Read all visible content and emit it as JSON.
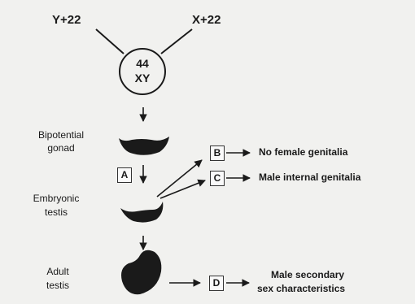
{
  "parents": {
    "left": "Y+22",
    "right": "X+22"
  },
  "zygote": {
    "line1": "44",
    "line2": "XY"
  },
  "stages": {
    "bipotential": [
      "Bipotential",
      "gonad"
    ],
    "embryonic": [
      "Embryonic",
      "testis"
    ],
    "adult": [
      "Adult",
      "testis"
    ]
  },
  "boxes": {
    "A": "A",
    "B": "B",
    "C": "C",
    "D": "D"
  },
  "outcomes": {
    "B": "No female genitalia",
    "C": "Male internal genitalia",
    "D": [
      "Male secondary",
      "sex characteristics"
    ]
  }
}
